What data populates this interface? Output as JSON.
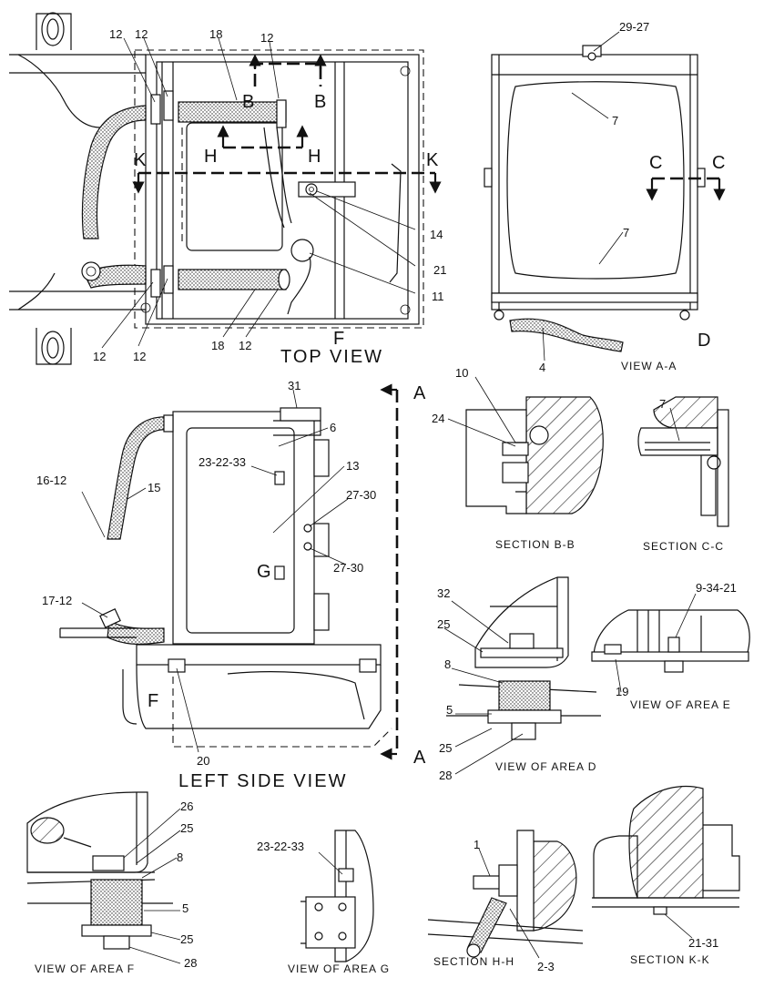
{
  "views": {
    "top": {
      "title": "TOP VIEW",
      "cut_h": "H",
      "cut_b": "B",
      "cut_k": "K",
      "ref_f": "F",
      "callouts": [
        "12",
        "12",
        "18",
        "12",
        "12",
        "12",
        "18",
        "12",
        "14",
        "21",
        "11"
      ]
    },
    "aa": {
      "title": "VIEW A-A",
      "cut_c": "C",
      "ref_d": "D",
      "callouts": [
        "29-27",
        "7",
        "7",
        "4"
      ]
    },
    "left": {
      "title": "LEFT SIDE VIEW",
      "cut_a": "A",
      "ref_g": "G",
      "ref_f": "F",
      "callouts": [
        "31",
        "6",
        "23-22-33",
        "13",
        "27-30",
        "27-30",
        "16-12",
        "15",
        "17-12",
        "20"
      ]
    },
    "bb": {
      "title": "SECTION B-B",
      "callouts": [
        "10",
        "24"
      ]
    },
    "cc": {
      "title": "SECTION C-C",
      "callouts": [
        "7"
      ]
    },
    "d": {
      "title": "VIEW OF AREA D",
      "callouts": [
        "32",
        "25",
        "8",
        "5",
        "25",
        "28"
      ]
    },
    "e": {
      "title": "VIEW OF AREA E",
      "callouts": [
        "9-34-21",
        "19"
      ]
    },
    "f": {
      "title": "VIEW OF AREA F",
      "callouts": [
        "26",
        "25",
        "8",
        "5",
        "25",
        "28"
      ]
    },
    "g": {
      "title": "VIEW OF AREA G",
      "callouts": [
        "23-22-33"
      ]
    },
    "hh": {
      "title": "SECTION H-H",
      "callouts": [
        "1",
        "2-3"
      ]
    },
    "kk": {
      "title": "SECTION K-K",
      "callouts": [
        "21-31"
      ]
    }
  }
}
